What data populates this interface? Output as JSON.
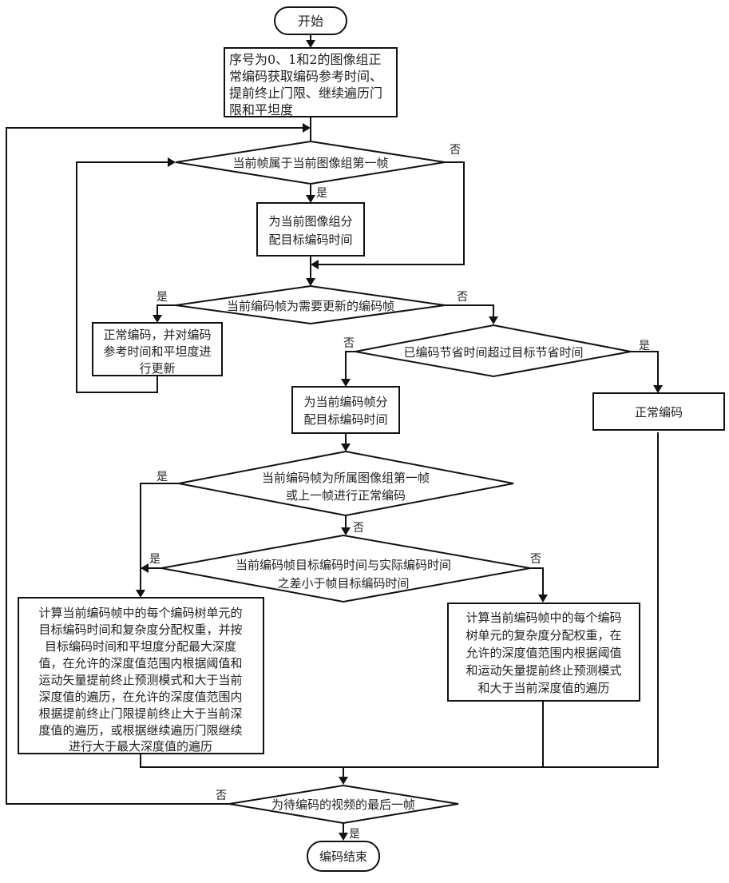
{
  "diagram": {
    "type": "flowchart",
    "colors": {
      "line": "#111111",
      "fill": "#ffffff",
      "text": "#222222"
    },
    "nodes": {
      "start": {
        "kind": "terminal",
        "lines": [
          "开始"
        ]
      },
      "init": {
        "kind": "process",
        "lines": [
          "序号为0、1和2的图像组正",
          "常编码获取编码参考时间、",
          "提前终止门限、继续遍历门",
          "限和平坦度"
        ]
      },
      "d_gop_first": {
        "kind": "decision",
        "lines": [
          "当前帧属于当前图像组第一帧"
        ]
      },
      "alloc_gop": {
        "kind": "process",
        "lines": [
          "为当前图像组分",
          "配目标编码时间"
        ]
      },
      "d_update": {
        "kind": "decision",
        "lines": [
          "当前编码帧为需要更新的编码帧"
        ]
      },
      "update": {
        "kind": "process",
        "lines": [
          "正常编码，并对编码",
          "参考时间和平坦度进",
          "行更新"
        ]
      },
      "d_saved": {
        "kind": "decision",
        "lines": [
          "已编码节省时间超过目标节省时间"
        ]
      },
      "alloc_frame": {
        "kind": "process",
        "lines": [
          "为当前编码帧分",
          "配目标编码时间"
        ]
      },
      "normal": {
        "kind": "process",
        "lines": [
          "正常编码"
        ]
      },
      "d_prev": {
        "kind": "decision",
        "lines": [
          "当前编码帧为所属图像组第一帧",
          "或上一帧进行正常编码"
        ]
      },
      "d_diff": {
        "kind": "decision",
        "lines": [
          "当前编码帧目标编码时间与实际编码时间",
          "之差小于帧目标编码时间"
        ]
      },
      "proc_left": {
        "kind": "process",
        "lines": [
          "计算当前编码帧中的每个编码树单元的",
          "目标编码时间和复杂度分配权重，并按",
          "目标编码时间和平坦度分配最大深度",
          "值，在允许的深度值范围内根据阈值和",
          "运动矢量提前终止预测模式和大于当前",
          "深度值的遍历，在允许的深度值范围内",
          "根据提前终止门限提前终止大于当前深",
          "度值的遍历，或根据继续遍历门限继续",
          "进行大于最大深度值的遍历"
        ]
      },
      "proc_right": {
        "kind": "process",
        "lines": [
          "计算当前编码帧中的每个编码",
          "树单元的复杂度分配权重，在",
          "允许的深度值范围内根据阈值",
          "和运动矢量提前终止预测模式",
          "和大于当前深度值的遍历"
        ]
      },
      "d_last": {
        "kind": "decision",
        "lines": [
          "为待编码的视频的最后一帧"
        ]
      },
      "end": {
        "kind": "terminal",
        "lines": [
          "编码结束"
        ]
      }
    },
    "edge_labels": {
      "gop_first_yes": "是",
      "gop_first_no": "否",
      "update_yes": "是",
      "update_no": "否",
      "saved_yes": "是",
      "saved_no": "否",
      "prev_yes": "是",
      "prev_no": "否",
      "diff_yes": "是",
      "diff_no": "否",
      "last_yes": "是",
      "last_no": "否"
    }
  }
}
